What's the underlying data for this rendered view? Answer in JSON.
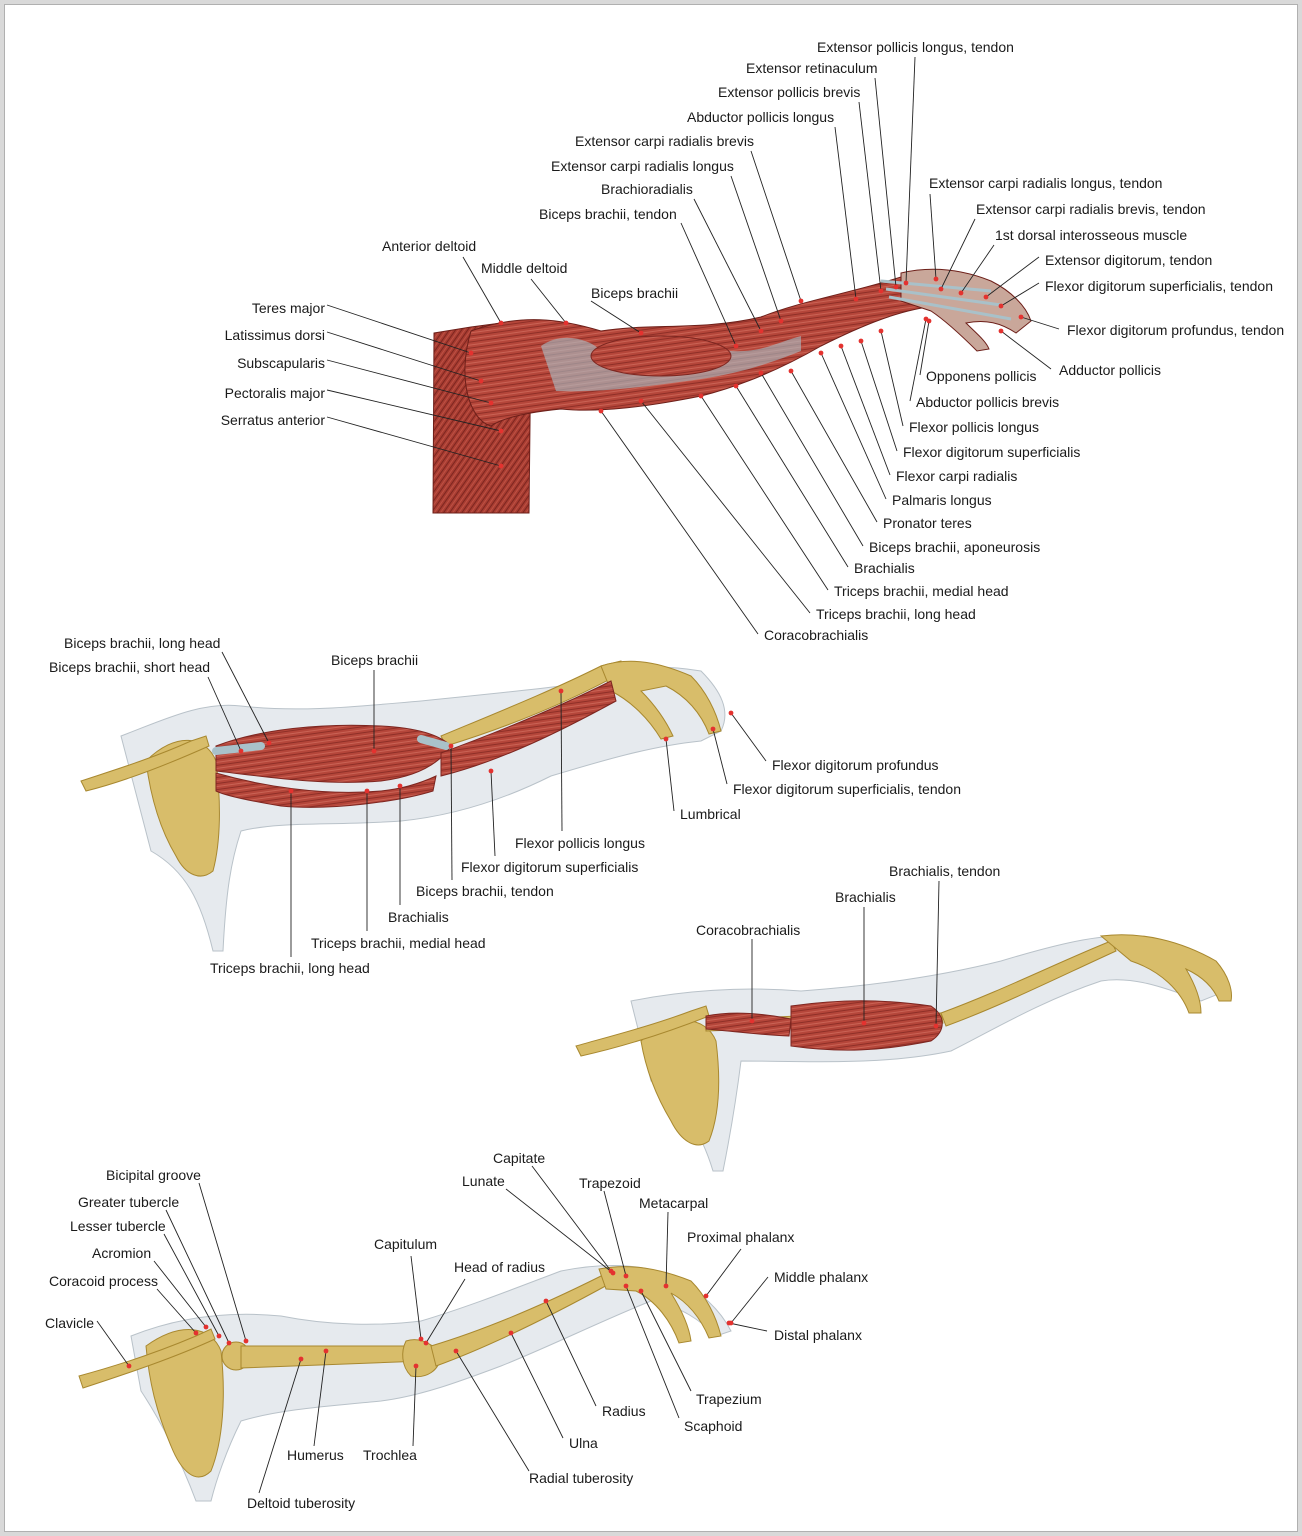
{
  "colors": {
    "muscle": "#b5463a",
    "muscle_dark": "#7d2620",
    "muscle_light": "#d5786a",
    "tendon": "#a9c1c9",
    "bone": "#d8bd6a",
    "bone_dark": "#a8882f",
    "skin": "#e6eaee",
    "skin_edge": "#b9c2c9",
    "marker": "#e4322f",
    "leader": "#222222"
  },
  "figure1": {
    "labels": [
      "Extensor pollicis longus, tendon",
      "Extensor retinaculum",
      "Extensor pollicis brevis",
      "Abductor pollicis longus",
      "Extensor carpi radialis brevis",
      "Extensor carpi radialis longus",
      "Brachioradialis",
      "Biceps brachii, tendon",
      "Extensor carpi radialis longus, tendon",
      "Extensor carpi radialis brevis, tendon",
      "1st dorsal interosseous muscle",
      "Extensor digitorum, tendon",
      "Flexor digitorum superficialis, tendon",
      "Flexor digitorum profundus, tendon",
      "Adductor pollicis",
      "Opponens pollicis",
      "Abductor pollicis brevis",
      "Flexor pollicis longus",
      "Flexor digitorum superficialis",
      "Flexor carpi radialis",
      "Palmaris longus",
      "Pronator teres",
      "Biceps brachii, aponeurosis",
      "Brachialis",
      "Triceps brachii, medial head",
      "Triceps brachii, long head",
      "Coracobrachialis",
      "Anterior deltoid",
      "Middle deltoid",
      "Biceps brachii",
      "Teres major",
      "Latissimus dorsi",
      "Subscapularis",
      "Pectoralis major",
      "Serratus anterior"
    ]
  },
  "figure2": {
    "labels": [
      "Biceps brachii, long head",
      "Biceps brachii, short head",
      "Biceps brachii",
      "Flexor digitorum profundus",
      "Flexor digitorum superficialis, tendon",
      "Lumbrical",
      "Flexor pollicis longus",
      "Flexor digitorum superficialis",
      "Biceps brachii, tendon",
      "Brachialis",
      "Triceps brachii, medial head",
      "Triceps brachii, long head"
    ]
  },
  "figure3": {
    "labels": [
      "Brachialis, tendon",
      "Brachialis",
      "Coracobrachialis"
    ]
  },
  "figure4": {
    "labels": [
      "Bicipital groove",
      "Greater tubercle",
      "Lesser tubercle",
      "Acromion",
      "Coracoid process",
      "Clavicle",
      "Capitulum",
      "Head of radius",
      "Capitate",
      "Lunate",
      "Trapezoid",
      "Metacarpal",
      "Proximal phalanx",
      "Middle phalanx",
      "Distal phalanx",
      "Trapezium",
      "Scaphoid",
      "Radius",
      "Ulna",
      "Radial tuberosity",
      "Humerus",
      "Trochlea",
      "Deltoid tuberosity"
    ]
  }
}
